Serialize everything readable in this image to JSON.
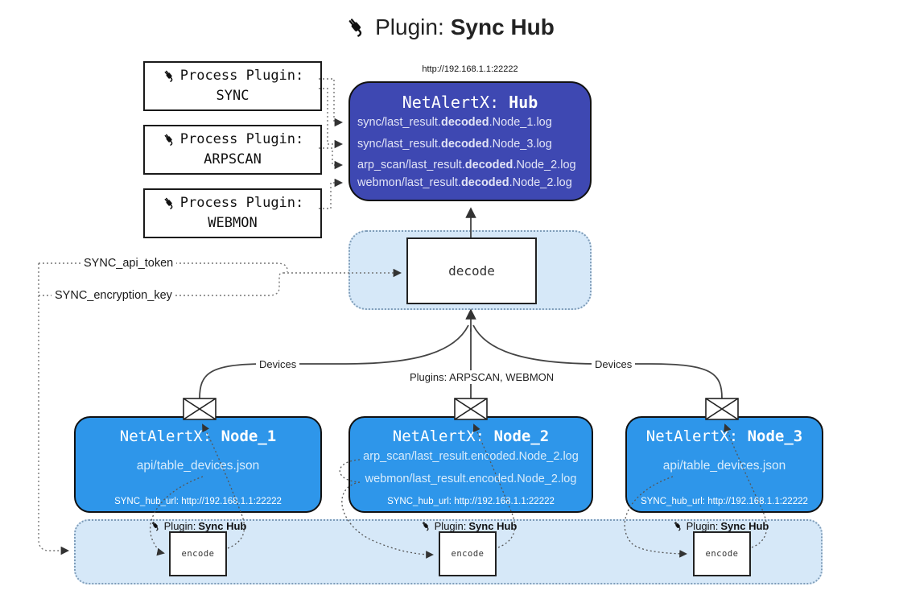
{
  "title": {
    "prefix": "Plugin:",
    "name": "Sync Hub"
  },
  "process_plugins": [
    {
      "label": "Process Plugin:",
      "name": "SYNC"
    },
    {
      "label": "Process Plugin:",
      "name": "ARPSCAN"
    },
    {
      "label": "Process Plugin:",
      "name": "WEBMON"
    }
  ],
  "hub": {
    "url": "http://192.168.1.1:22222",
    "title_prefix": "NetAlertX:",
    "title_name": "Hub",
    "logs": [
      {
        "pre": "sync/last_result.",
        "mid": "decoded",
        "post": ".Node_1.log"
      },
      {
        "pre": "sync/last_result.",
        "mid": "decoded",
        "post": ".Node_3.log"
      },
      {
        "pre": "arp_scan/last_result.",
        "mid": "decoded",
        "post": ".Node_2.log"
      },
      {
        "pre": "webmon/last_result.",
        "mid": "decoded",
        "post": ".Node_2.log"
      }
    ]
  },
  "decode": {
    "label": "decode"
  },
  "keys": {
    "api_token": "SYNC_api_token",
    "encryption_key": "SYNC_encryption_key"
  },
  "edge_labels": {
    "devices_left": "Devices",
    "devices_right": "Devices",
    "plugins_mid": "Plugins: ARPSCAN, WEBMON"
  },
  "nodes": [
    {
      "title_prefix": "NetAlertX:",
      "title_name": "Node_1",
      "lines": [
        "api/table_devices.json"
      ],
      "hub_url": "SYNC_hub_url: http://192.168.1.1:22222"
    },
    {
      "title_prefix": "NetAlertX:",
      "title_name": "Node_2",
      "lines": [
        "arp_scan/last_result.encoded.Node_2.log",
        "webmon/last_result.encoded.Node_2.log"
      ],
      "hub_url": "SYNC_hub_url: http://192.168.1.1:22222"
    },
    {
      "title_prefix": "NetAlertX:",
      "title_name": "Node_3",
      "lines": [
        "api/table_devices.json"
      ],
      "hub_url": "SYNC_hub_url: http://192.168.1.1:22222"
    }
  ],
  "encoders": [
    {
      "label_prefix": "Plugin:",
      "label_name": "Sync Hub",
      "box_label": "encode"
    },
    {
      "label_prefix": "Plugin:",
      "label_name": "Sync Hub",
      "box_label": "encode"
    },
    {
      "label_prefix": "Plugin:",
      "label_name": "Sync Hub",
      "box_label": "encode"
    }
  ],
  "colors": {
    "hub_fill": "#3e48b2",
    "node_fill": "#2e96ea",
    "panel_fill": "#d6e8f8",
    "panel_border": "#7f9db9",
    "node_text": "#d8ecfc",
    "hub_text": "#e2e4f6"
  }
}
